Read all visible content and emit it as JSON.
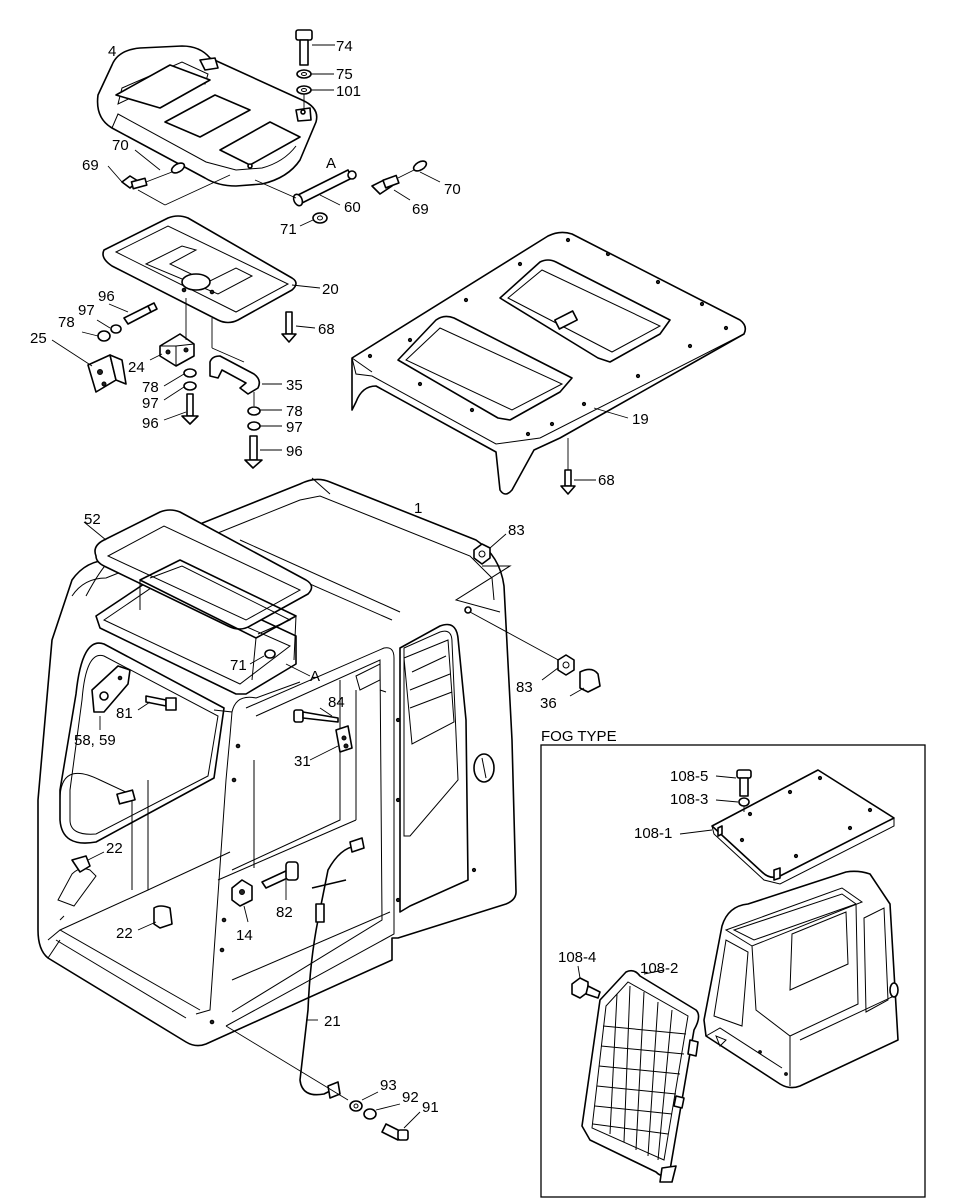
{
  "labels": {
    "l4": "4",
    "l74": "74",
    "l75": "75",
    "l101": "101",
    "l70a": "70",
    "l69a": "69",
    "lA1": "A",
    "l70b": "70",
    "l60": "60",
    "l69b": "69",
    "l71a": "71",
    "l20": "20",
    "l96a": "96",
    "l97a": "97",
    "l78a": "78",
    "l25": "25",
    "l68a": "68",
    "l24": "24",
    "l35": "35",
    "l78b": "78",
    "l97b": "97",
    "l96b": "96",
    "l78c": "78",
    "l97c": "97",
    "l96c": "96",
    "l19": "19",
    "l68b": "68",
    "l52": "52",
    "l1": "1",
    "l83a": "83",
    "l83b": "83",
    "l36": "36",
    "l71b": "71",
    "lA2": "A",
    "l84": "84",
    "l81": "81",
    "l5859": "58, 59",
    "l31": "31",
    "l22a": "22",
    "l22b": "22",
    "l82": "82",
    "l14": "14",
    "l21": "21",
    "l93": "93",
    "l92": "92",
    "l91": "91"
  },
  "fog": {
    "title": "FOG TYPE",
    "l1085": "108-5",
    "l1083": "108-3",
    "l1081": "108-1",
    "l1084": "108-4",
    "l1082": "108-2"
  }
}
